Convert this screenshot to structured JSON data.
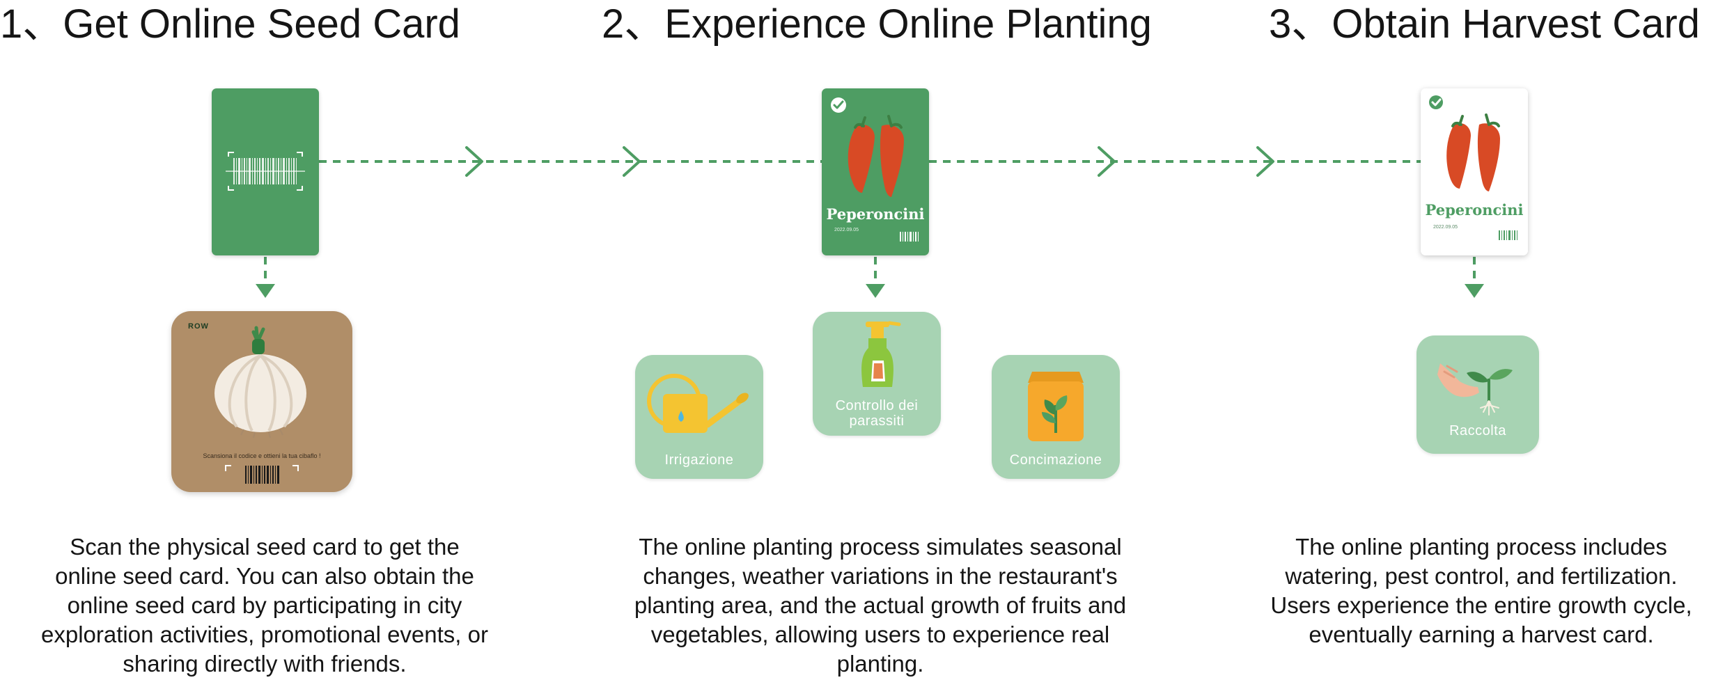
{
  "steps": [
    {
      "title": "1、Get Online Seed Card",
      "description": "Scan the physical seed card to get the online seed card. You can also obtain the online seed card by participating in city exploration activities, promotional events, or sharing directly with friends."
    },
    {
      "title": "2、Experience Online Planting",
      "description": "The online planting process simulates seasonal changes, weather variations in the restaurant's planting area, and the actual growth of fruits and vegetables, allowing users to experience real planting."
    },
    {
      "title": "3、Obtain Harvest Card",
      "description": "The online planting process includes watering, pest control, and fertilization. Users experience the entire growth cycle, eventually earning a harvest card."
    }
  ],
  "seed_card": {
    "brand_logo": "ROW",
    "caption": "Scansiona il codice e ottieni la tua cibaflo !"
  },
  "planting_card": {
    "name": "Peperoncini",
    "date": "2022.09.05"
  },
  "harvest_card": {
    "name": "Peperoncini",
    "date": "2022.09.05"
  },
  "activities": {
    "irrigation": "Irrigazione",
    "pest_control": "Controllo dei parassiti",
    "fertilization": "Concimazione",
    "harvest": "Raccolta"
  },
  "colors": {
    "brand_green": "#4e9d63",
    "tile_green": "#a7d3b3",
    "text_dark": "#151515",
    "kraft_brown": "#b08e68",
    "pepper_red": "#d84a25"
  }
}
